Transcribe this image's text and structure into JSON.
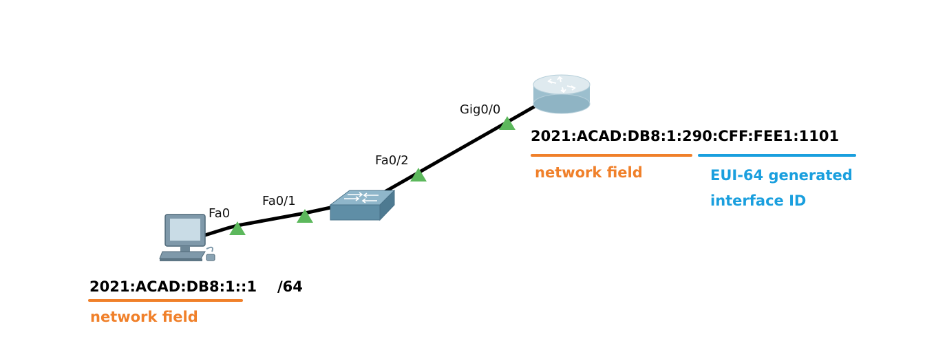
{
  "colors": {
    "network_field": "#f0802a",
    "interface_id": "#1a9fde",
    "link": "#000000",
    "port_up": "#5cb85c"
  },
  "devices": [
    {
      "name": "pc-icon",
      "type": "pc"
    },
    {
      "name": "switch-icon",
      "type": "switch"
    },
    {
      "name": "router-icon",
      "type": "router"
    }
  ],
  "ports": {
    "pc": "Fa0",
    "switch_to_pc": "Fa0/1",
    "switch_to_router": "Fa0/2",
    "router": "Gig0/0"
  },
  "pc_address": {
    "network": "2021:ACAD:DB8:1::1",
    "prefix": "/64",
    "network_label": "network field"
  },
  "router_address": {
    "full": "2021:ACAD:DB8:1:290:CFF:FEE1:1101",
    "network_label": "network field",
    "interface_label_line1": "EUI-64 generated",
    "interface_label_line2": "interface ID"
  }
}
